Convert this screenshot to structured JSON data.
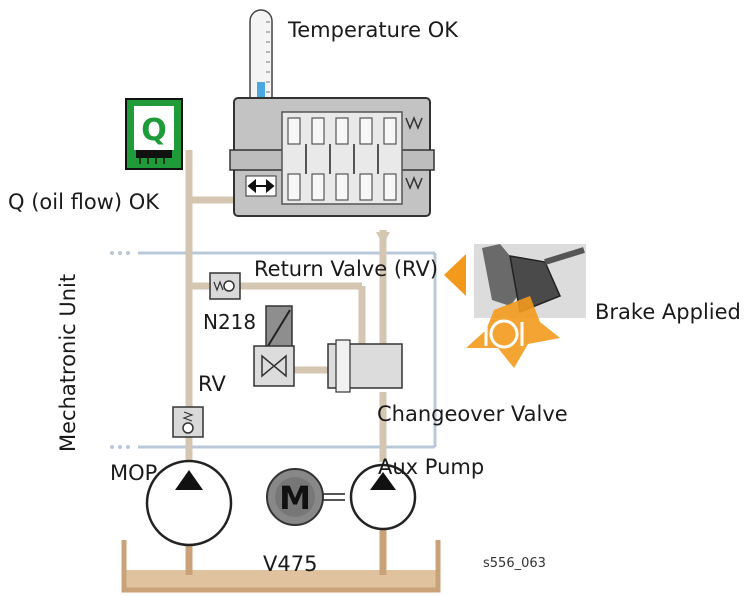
{
  "labels": {
    "temperature": "Temperature OK",
    "oil_flow": "Q (oil flow) OK",
    "return_valve": "Return Valve (RV)",
    "brake": "Brake Applied",
    "n218": "N218",
    "rv": "RV",
    "changeover": "Changeover Valve",
    "aux_pump": "Aux Pump",
    "mop": "MOP",
    "v475": "V475",
    "mechatronic": "Mechatronic Unit",
    "figure_id": "s556_063"
  },
  "symbols": {
    "q_sensor": "Q",
    "motor": "M"
  },
  "colors": {
    "oil_line": "#d6c7b3",
    "oil_sump": "#c9a27a",
    "sump_fill": "#e0c29f",
    "sensor_green": "#1f9b3a",
    "thermo_fluid": "#4aa8e0",
    "warning_orange": "#f39a1c",
    "housing_gray": "#bfbfbf",
    "unit_outline": "#b8c7d6"
  }
}
